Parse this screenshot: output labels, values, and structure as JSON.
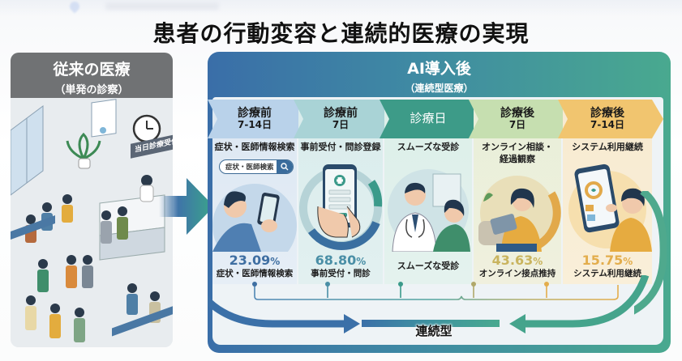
{
  "title": "患者の行動変容と連続的医療の実現",
  "legacy": {
    "title": "従来の医療",
    "subtitle": "（単発の診察）",
    "sign_text": "当日診療受付"
  },
  "ai": {
    "title": "AI導入後",
    "subtitle": "（連続型医療）",
    "flow_label": "連続型",
    "search_placeholder": "症状・医師検索"
  },
  "phases": [
    {
      "line1": "診療前",
      "line2": "7-14日",
      "label": "症状・医師情報検索",
      "percent": "23.09",
      "pct_symbol": "%",
      "stat_label": "症状・医師情報検索",
      "color": "#3f6fa2",
      "chevron_bg": "#b9d2ea",
      "panel_bg": "#dce7f2"
    },
    {
      "line1": "診療前",
      "line2": "7日",
      "label": "事前受付・問診登録",
      "percent": "68.80",
      "pct_symbol": "%",
      "stat_label": "事前受付・問診",
      "color": "#4a8fa6",
      "chevron_bg": "#a9d3d6",
      "panel_bg": "#d9ecec"
    },
    {
      "line1": "診療日",
      "line2": "",
      "label": "スムーズな受診",
      "percent": "",
      "pct_symbol": "",
      "stat_label": "スムーズな受診",
      "color": "#3b9a8a",
      "chevron_bg": "#3d9b88",
      "panel_bg": "#dcefe9"
    },
    {
      "line1": "診療後",
      "line2": "7日",
      "label_l1": "オンライン相談・",
      "label_l2": "経過観察",
      "percent": "43.63",
      "pct_symbol": "%",
      "stat_label": "オンライン接点推持",
      "color": "#c9b45e",
      "chevron_bg": "#c6dfb0",
      "panel_bg": "#e8efd9"
    },
    {
      "line1": "診療後",
      "line2": "7-14日",
      "label": "システム利用継続",
      "percent": "15.75",
      "pct_symbol": "%",
      "stat_label": "システム利用継続",
      "color": "#e3ad4c",
      "chevron_bg": "#f1c56f",
      "panel_bg": "#f7ead0"
    }
  ]
}
